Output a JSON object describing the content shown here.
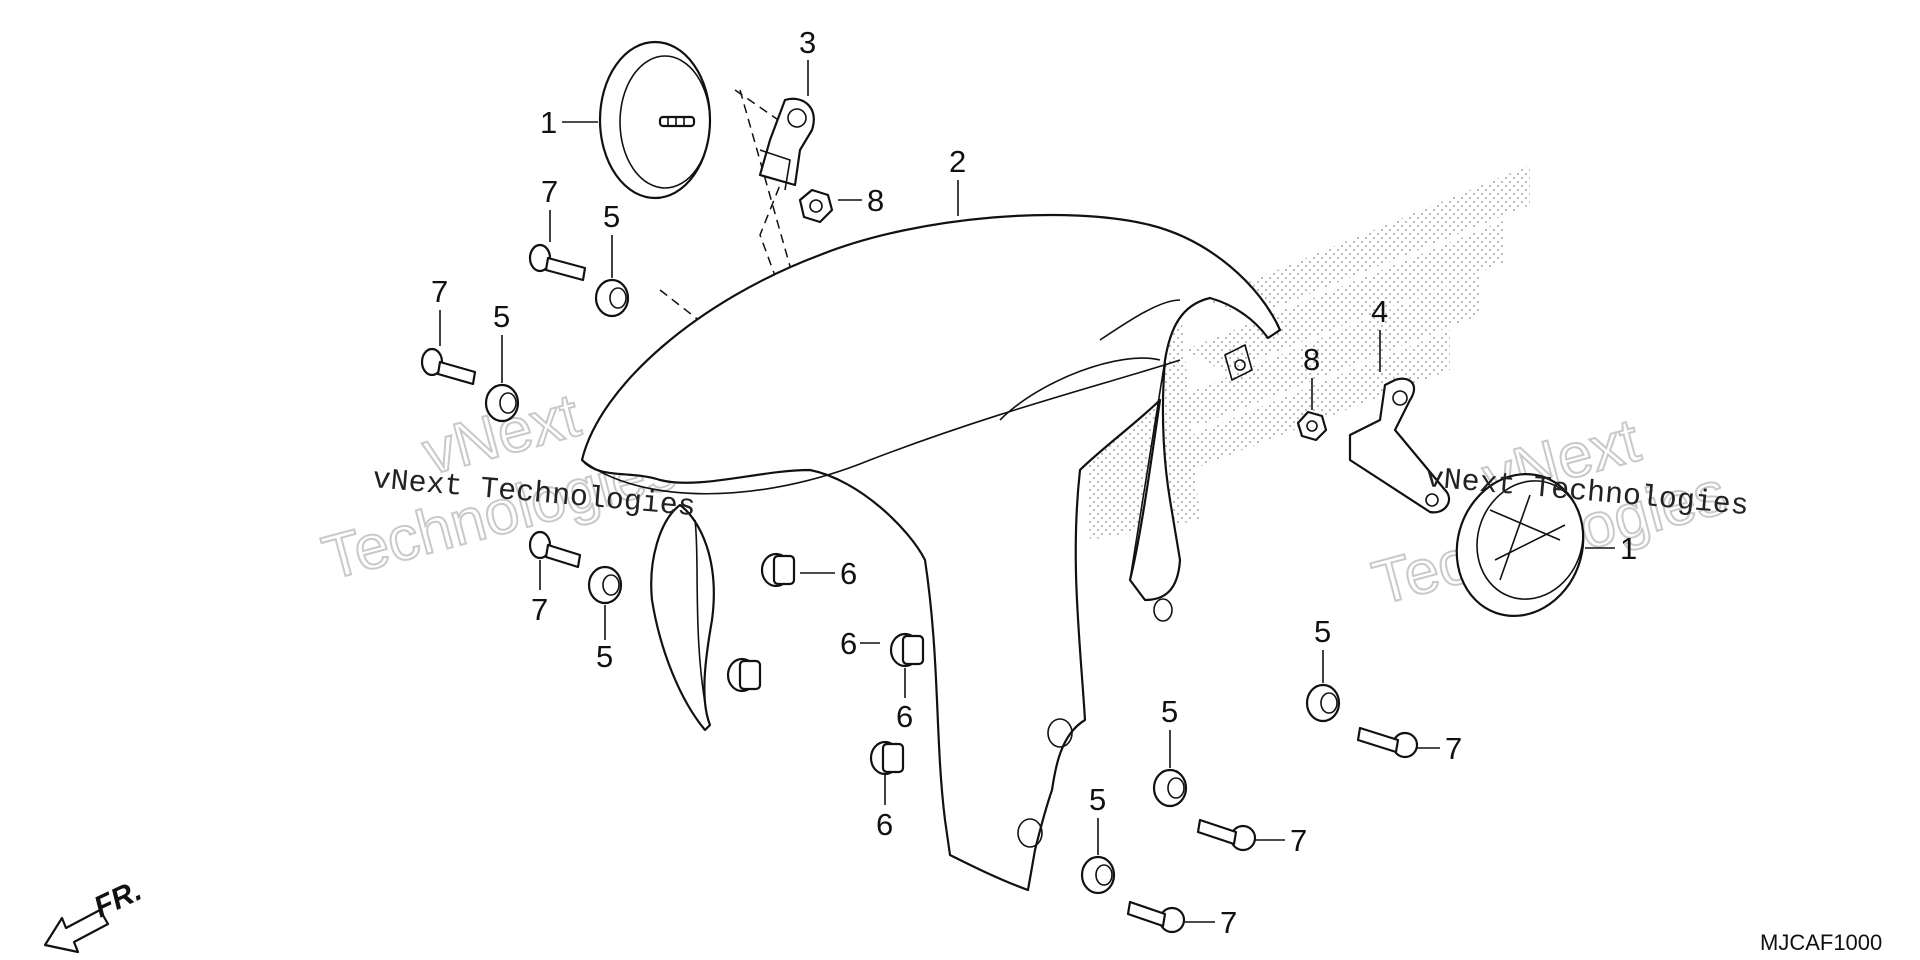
{
  "figure_code": "MJCAF1000",
  "direction_label": "FR.",
  "watermark": {
    "serif_text": "vNext Technologies",
    "outline_word_1": "vNext",
    "outline_word_2": "Technologies"
  },
  "callouts": {
    "c1_top": "1",
    "c1_right": "1",
    "c2": "2",
    "c3": "3",
    "c4": "4",
    "c5_a": "5",
    "c5_b": "5",
    "c5_c": "5",
    "c5_d": "5",
    "c5_e": "5",
    "c5_f": "5",
    "c6_a": "6",
    "c6_b": "6",
    "c6_c": "6",
    "c6_d": "6",
    "c7_a": "7",
    "c7_b": "7",
    "c7_c": "7",
    "c7_d": "7",
    "c7_e": "7",
    "c7_f": "7",
    "c8_a": "8",
    "c8_b": "8"
  }
}
